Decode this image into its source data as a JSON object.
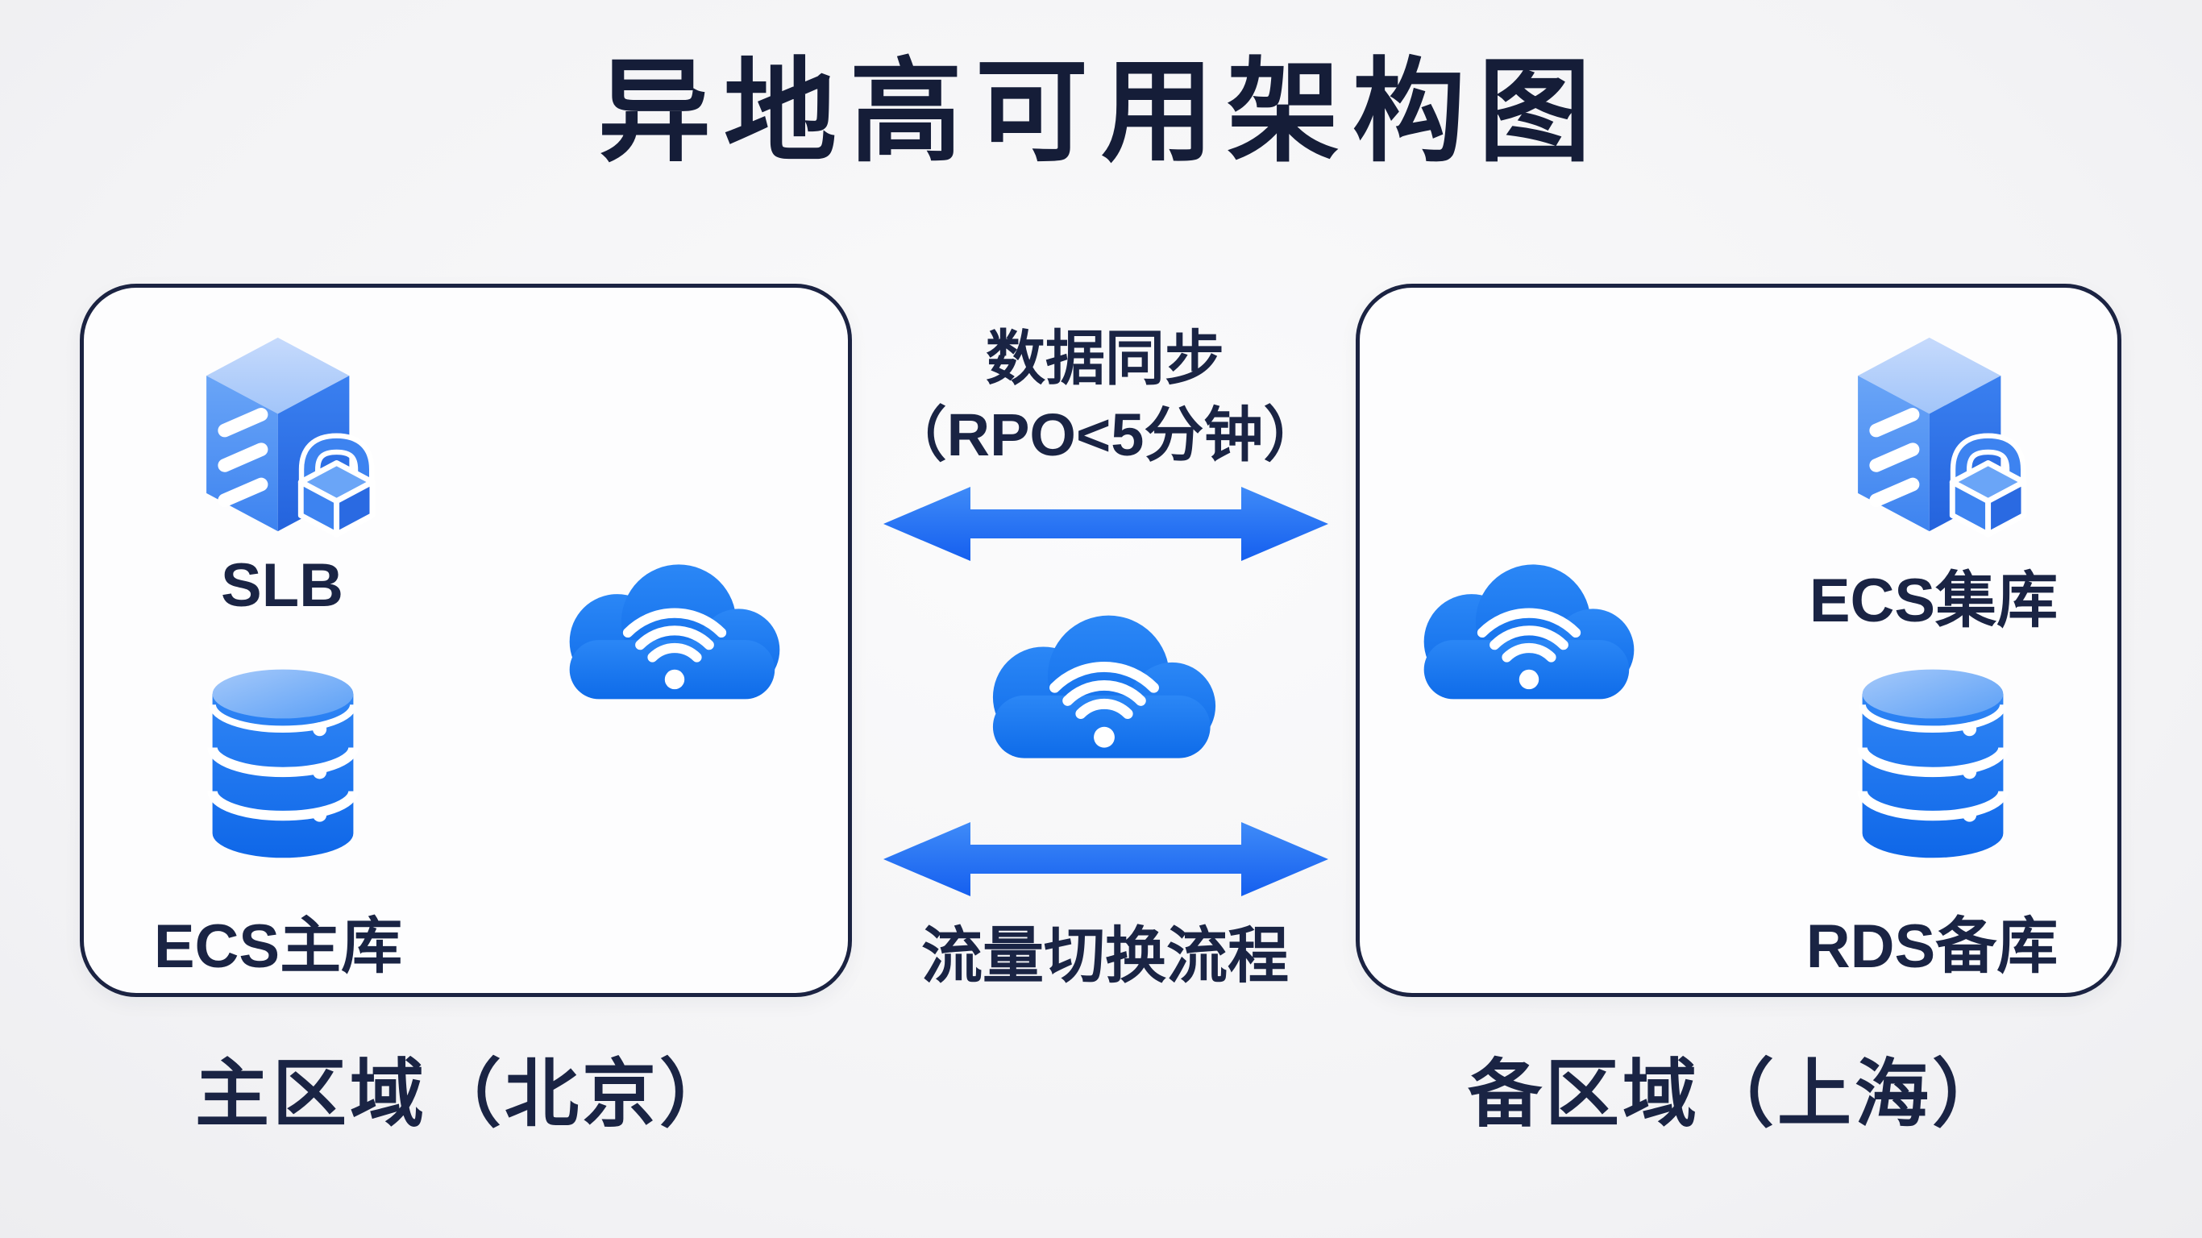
{
  "title": "异地高可用架构图",
  "regions": {
    "primary": {
      "caption": "主区域（北京）",
      "nodes": [
        {
          "id": "slb",
          "label": "SLB",
          "icon": "server-lock-icon"
        },
        {
          "id": "ecs-master",
          "label": "ECS主库",
          "icon": "database-icon"
        }
      ],
      "hub_icon": "cloud-wifi-icon"
    },
    "backup": {
      "caption": "备区域（上海）",
      "nodes": [
        {
          "id": "ecs-replica",
          "label": "ECS集库",
          "icon": "server-lock-icon"
        },
        {
          "id": "rds-backup",
          "label": "RDS备库",
          "icon": "database-icon"
        }
      ],
      "hub_icon": "cloud-wifi-icon"
    }
  },
  "connections": {
    "data_sync": {
      "line1": "数据同步",
      "line2": "（RPO<5分钟）",
      "icon": "double-arrow-icon"
    },
    "traffic_switch": {
      "label": "流量切换流程",
      "icon": "double-arrow-icon"
    },
    "hub_icon": "cloud-wifi-icon"
  },
  "icons": [
    "server-lock-icon",
    "database-icon",
    "cloud-wifi-icon",
    "double-arrow-icon"
  ],
  "colors": {
    "accent_blue": "#1B6EF8",
    "cloud_blue": "#1877F2",
    "navy_text": "#1A2444",
    "border_navy": "#1B2342",
    "title_navy": "#151D38",
    "background": "#F4F4F6"
  }
}
